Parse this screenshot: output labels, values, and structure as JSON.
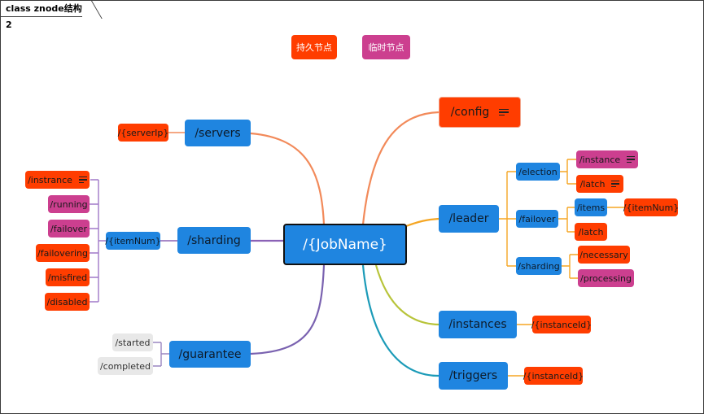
{
  "title": "class znode结构2",
  "legend": {
    "persistent": "持久节点",
    "ephemeral": "临时节点"
  },
  "root": "/{JobName}",
  "branches": {
    "servers": {
      "label": "/servers",
      "children": [
        "/{serverIp}"
      ]
    },
    "sharding": {
      "label": "/sharding",
      "item": "/{itemNum}",
      "children": [
        "/instrance",
        "/running",
        "/failover",
        "/failovering",
        "/misfired",
        "/disabled"
      ]
    },
    "guarantee": {
      "label": "/guarantee",
      "children": [
        "/started",
        "/completed"
      ]
    },
    "config": {
      "label": "/config"
    },
    "leader": {
      "label": "/leader",
      "election": {
        "label": "/election",
        "children": [
          "/instance",
          "/latch"
        ]
      },
      "failover": {
        "label": "/failover",
        "items": "/items",
        "itemNum": "/{itemNum}",
        "latch": "/latch"
      },
      "sharding": {
        "label": "/sharding",
        "children": [
          "/necessary",
          "/processing"
        ]
      }
    },
    "instances": {
      "label": "/instances",
      "children": [
        "/{instanceId}"
      ]
    },
    "triggers": {
      "label": "/triggers",
      "children": [
        "/{instanceId}"
      ]
    }
  },
  "colors": {
    "persistent": "#ff3d00",
    "ephemeral": "#cc3f8f",
    "node": "#1f85e0",
    "status": "#e8e8e8",
    "servers_line": "#f28a5a",
    "sharding_line": "#8b62b6",
    "guarantee_line": "#7a62b0",
    "config_line": "#f28a5a",
    "leader_line": "#f5a623",
    "instances_line": "#b8c43a",
    "triggers_line": "#1c9bb8",
    "sub_line_left": "#a078c8",
    "sub_line_right": "#f5a623"
  },
  "icons": {
    "note": "menu-lines-icon"
  }
}
